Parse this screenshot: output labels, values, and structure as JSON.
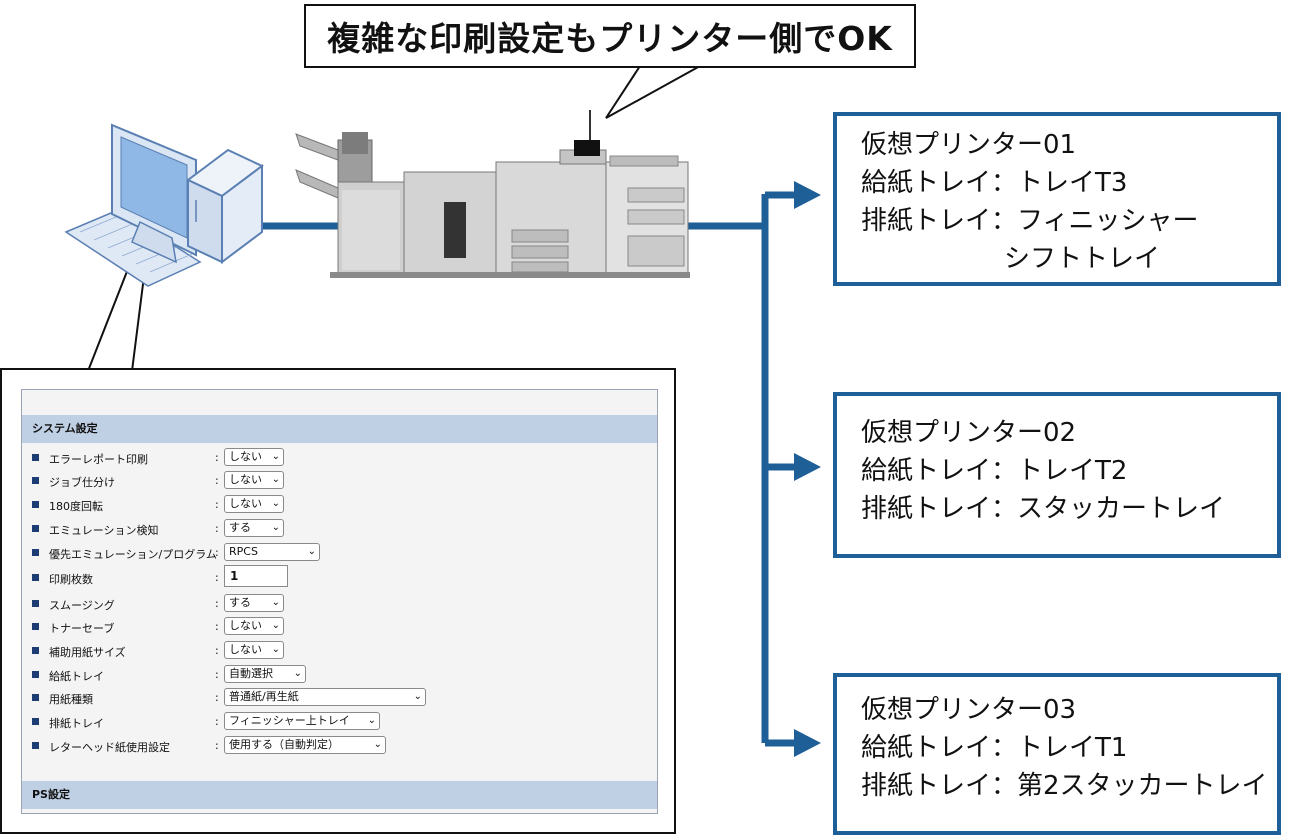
{
  "callout": {
    "text": "複雑な印刷設定もプリンター側でOK"
  },
  "virtual_printers": [
    {
      "name": "仮想プリンター01",
      "tray_in": "給紙トレイ：トレイT3",
      "tray_out": "排紙トレイ：フィニッシャー",
      "tray_out_cont": "シフトトレイ"
    },
    {
      "name": "仮想プリンター02",
      "tray_in": "給紙トレイ：トレイT2",
      "tray_out": "排紙トレイ：スタッカートレイ"
    },
    {
      "name": "仮想プリンター03",
      "tray_in": "給紙トレイ：トレイT1",
      "tray_out": "排紙トレイ：第2スタッカートレイ"
    }
  ],
  "settings": {
    "section_title": "システム設定",
    "section2_title": "PS設定",
    "rows": [
      {
        "label": "エラーレポート印刷",
        "value": "しない"
      },
      {
        "label": "ジョブ仕分け",
        "value": "しない"
      },
      {
        "label": "180度回転",
        "value": "しない"
      },
      {
        "label": "エミュレーション検知",
        "value": "する"
      },
      {
        "label": "優先エミュレーション/プログラム",
        "value": "RPCS"
      },
      {
        "label": "印刷枚数",
        "value": "1"
      },
      {
        "label": "スムージング",
        "value": "する"
      },
      {
        "label": "トナーセーブ",
        "value": "しない"
      },
      {
        "label": "補助用紙サイズ",
        "value": "しない"
      },
      {
        "label": "給紙トレイ",
        "value": "自動選択"
      },
      {
        "label": "用紙種類",
        "value": "普通紙/再生紙"
      },
      {
        "label": "排紙トレイ",
        "value": "フィニッシャー上トレイ"
      },
      {
        "label": "レターヘッド紙使用設定",
        "value": "使用する（自動判定）"
      }
    ]
  },
  "colors": {
    "connector": "#1f5f98",
    "form_header": "#bfcfe4",
    "bullet": "#1d3c73"
  }
}
